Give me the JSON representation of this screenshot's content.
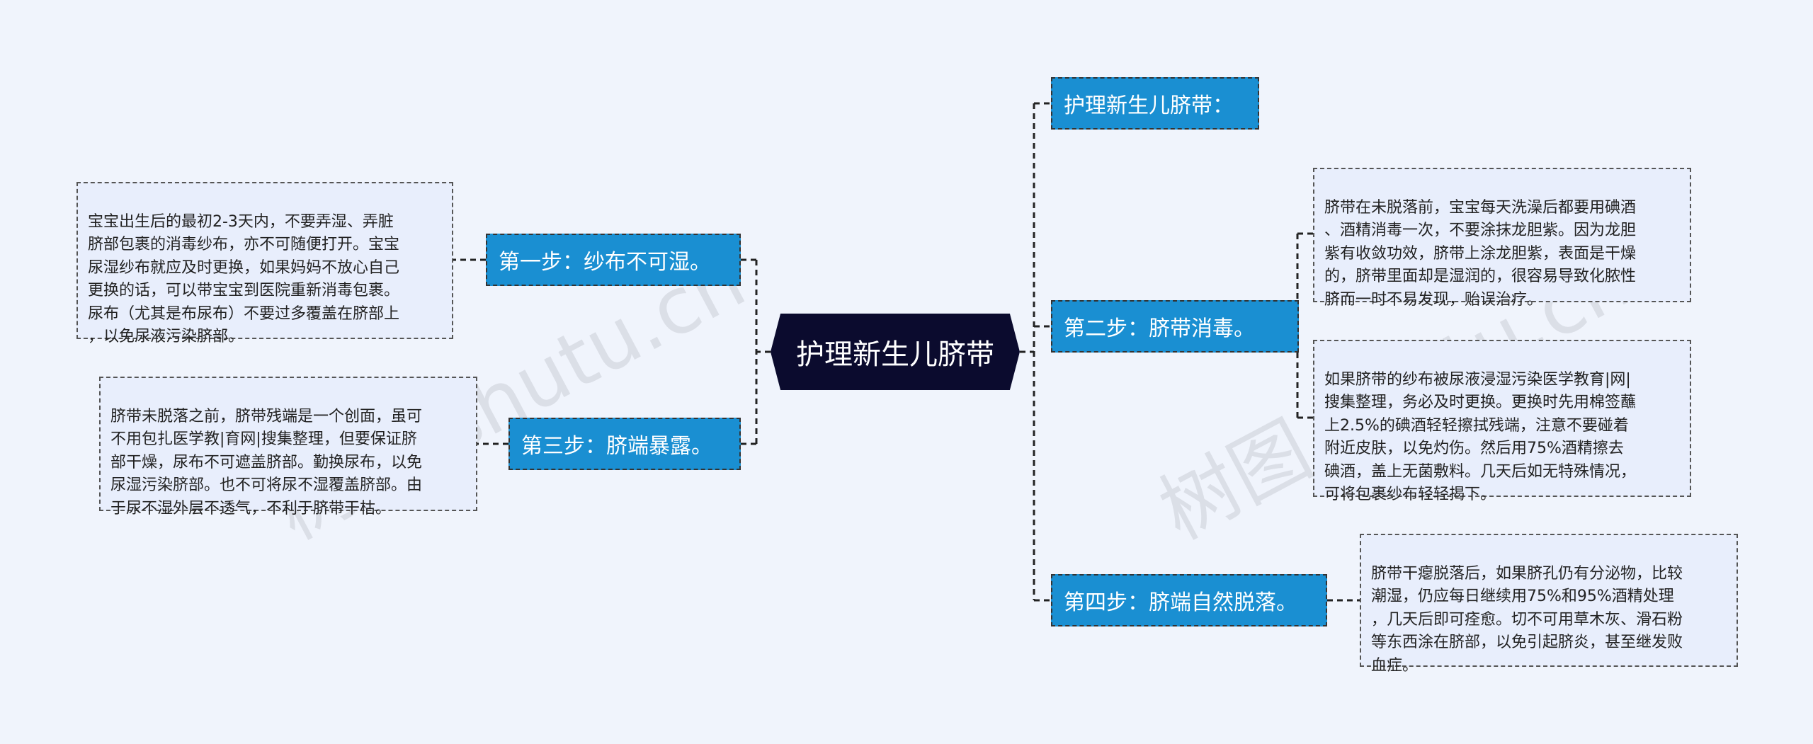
{
  "central": {
    "label": "护理新生儿脐带"
  },
  "branches": {
    "title": {
      "label": "护理新生儿脐带："
    },
    "step1": {
      "label": "第一步：纱布不可湿。"
    },
    "step2": {
      "label": "第二步：脐带消毒。"
    },
    "step3": {
      "label": "第三步：脐端暴露。"
    },
    "step4": {
      "label": "第四步：脐端自然脱落。"
    }
  },
  "leaves": {
    "step1_note": "宝宝出生后的最初2-3天内，不要弄湿、弄脏\n脐部包裹的消毒纱布，亦不可随便打开。宝宝\n尿湿纱布就应及时更换，如果妈妈不放心自己\n更换的话，可以带宝宝到医院重新消毒包裹。\n尿布（尤其是布尿布）不要过多覆盖在脐部上\n，以免尿液污染脐部。",
    "step3_note": "脐带未脱落之前，脐带残端是一个创面，虽可\n不用包扎医学教|育网|搜集整理，但要保证脐\n部干燥，尿布不可遮盖脐部。勤换尿布，以免\n尿湿污染脐部。也不可将尿不湿覆盖脐部。由\n于尿不湿外层不透气，不利于脐带干枯。",
    "step2_note_a": "脐带在未脱落前，宝宝每天洗澡后都要用碘酒\n、酒精消毒一次，不要涂抹龙胆紫。因为龙胆\n紫有收敛功效，脐带上涂龙胆紫，表面是干燥\n的，脐带里面却是湿润的，很容易导致化脓性\n脐而一时不易发现，贻误治疗。",
    "step2_note_b": "如果脐带的纱布被尿液浸湿污染医学教育|网|\n搜集整理，务必及时更换。更换时先用棉签蘸\n上2.5%的碘酒轻轻擦拭残端，注意不要碰着\n附近皮肤，以免灼伤。然后用75%酒精擦去\n碘酒，盖上无菌敷料。几天后如无特殊情况，\n可将包裹纱布轻轻揭下。",
    "step4_note": "脐带干瘪脱落后，如果脐孔仍有分泌物，比较\n潮湿，仍应每日继续用75%和95%酒精处理\n，几天后即可痊愈。切不可用草木灰、滑石粉\n等东西涂在脐部，以免引起脐炎，甚至继发败\n血症。"
  },
  "watermarks": [
    "树图 shutu.cn",
    "树图 shutu.cn"
  ],
  "colors": {
    "background": "#f0f4fc",
    "central_fill": "#0b0b2e",
    "branch_fill": "#1a8fd2",
    "leaf_fill": "#e8eefc",
    "connector": "#222222"
  }
}
